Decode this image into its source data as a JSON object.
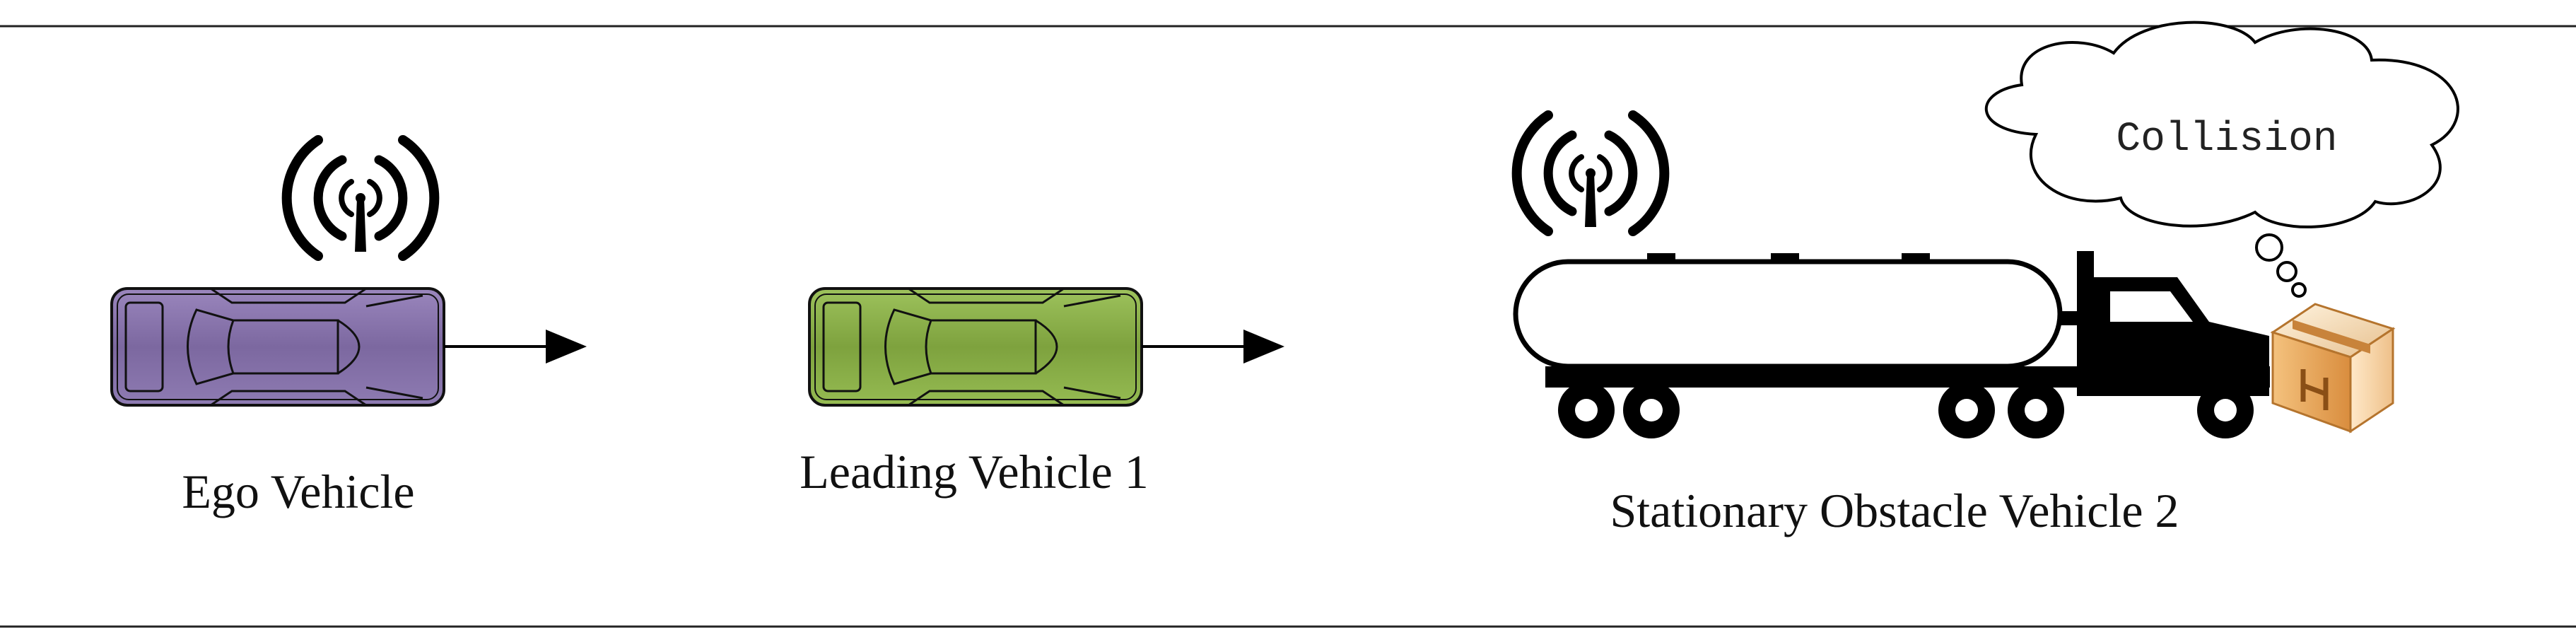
{
  "vehicles": {
    "ego": {
      "label": "Ego Vehicle",
      "color": "#8a74ad",
      "icon": "purple-car-icon"
    },
    "leading": {
      "label": "Leading Vehicle 1",
      "color": "#8cb247",
      "icon": "green-car-icon"
    },
    "obstacle": {
      "label": "Stationary Obstacle Vehicle 2",
      "icon": "tanker-truck-icon"
    }
  },
  "bubble": {
    "text": "Collision"
  },
  "colors": {
    "rule": "#222222",
    "ink": "#000000",
    "box": "#e8a65a"
  }
}
